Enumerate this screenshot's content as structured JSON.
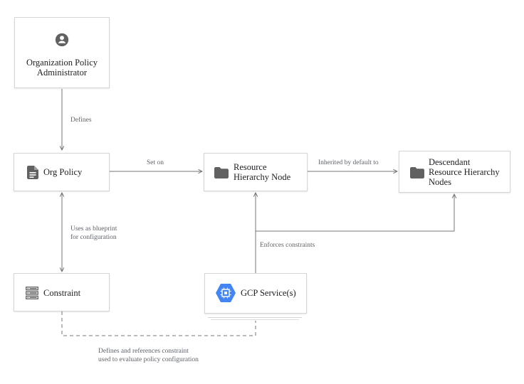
{
  "nodes": {
    "administrator": {
      "label_line1": "Organization Policy",
      "label_line2": "Administrator",
      "icon": "person-circle-icon"
    },
    "org_policy": {
      "label": "Org Policy",
      "icon": "document-icon"
    },
    "resource_node": {
      "label_line1": "Resource",
      "label_line2": "Hierarchy Node",
      "icon": "folder-icon"
    },
    "descendant": {
      "label_line1": "Descendant",
      "label_line2": "Resource Hierarchy",
      "label_line3": "Nodes",
      "icon": "folder-icon"
    },
    "constraint": {
      "label": "Constraint",
      "icon": "list-icon"
    },
    "gcp_service": {
      "label": "GCP Service(s)",
      "icon": "gcp-chip-hexagon-icon"
    }
  },
  "edges": {
    "defines": "Defines",
    "set_on": "Set on",
    "inherited": "Inherited by default to",
    "blueprint_line1": "Uses as blueprint",
    "blueprint_line2": "for configuration",
    "enforces": "Enforces constraints",
    "references_line1": "Defines and references constraint",
    "references_line2": "used to evaluate policy configuration"
  },
  "colors": {
    "line": "#757575",
    "icon": "#616161",
    "gcp_blue": "#4285f4"
  }
}
